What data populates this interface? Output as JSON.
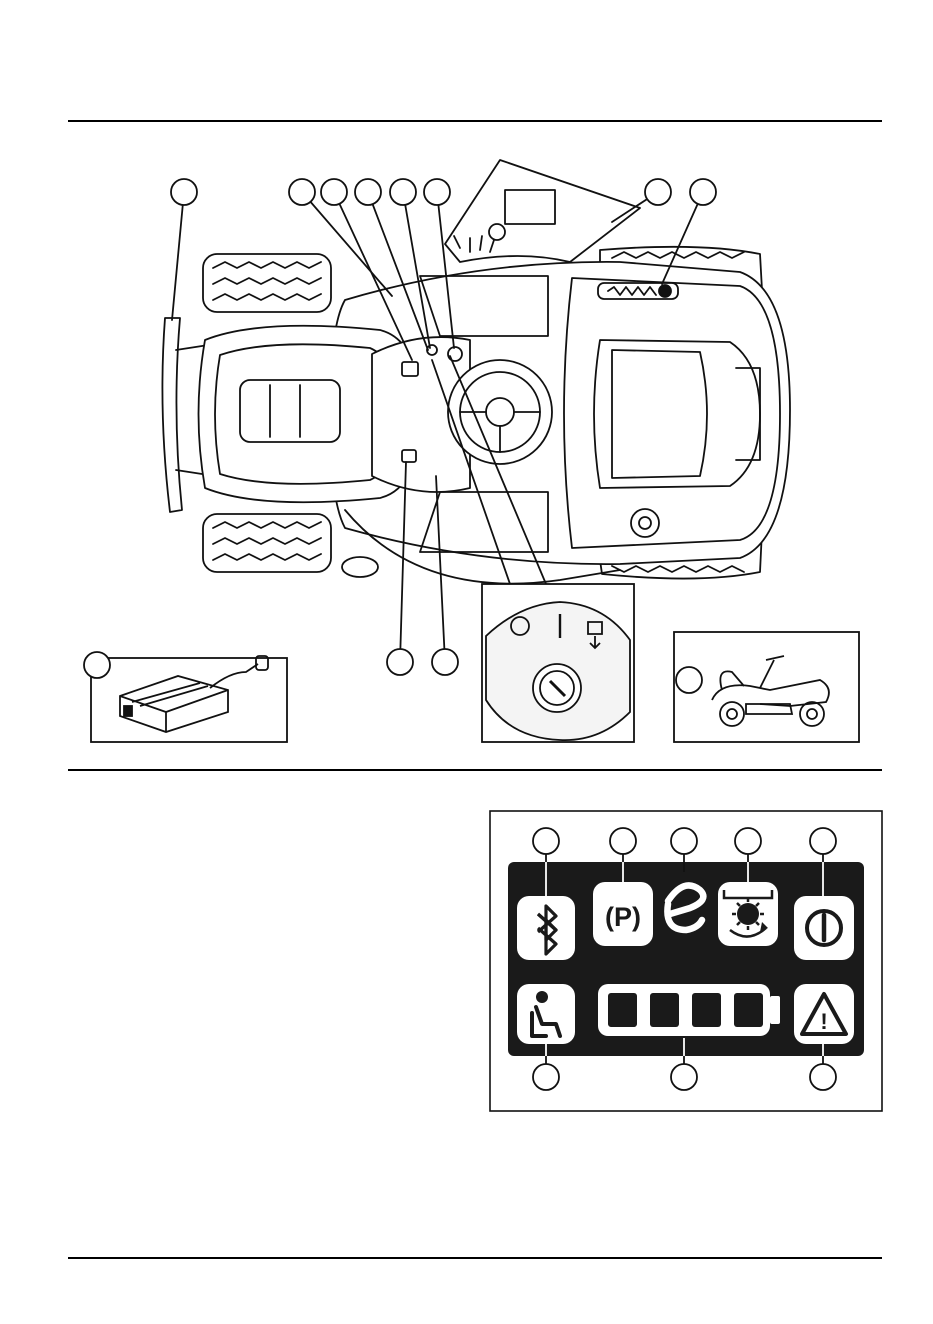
{
  "colors": {
    "ink": "#111111",
    "paper": "#ffffff",
    "panel_background": "#1a1a1a",
    "icon_tile": "#ffffff",
    "gray": "#dcdcdc"
  },
  "figure_top": {
    "callout_markers": [
      "",
      "",
      "",
      "",
      "",
      "",
      "",
      "",
      "",
      "",
      "",
      ""
    ],
    "parts": [
      "front-bumper",
      "front-wheel-left",
      "front-wheel-right",
      "hood",
      "steering-wheel",
      "ignition-switch",
      "seat",
      "rear-wheel-left",
      "rear-wheel-right",
      "cutting-deck",
      "cutting-height-lever",
      "battery-charger",
      "mower-side-view"
    ],
    "ignition_detail": {
      "off_symbol": "O",
      "on_symbol": "I"
    }
  },
  "figure_panel": {
    "callout_markers": [
      "",
      "",
      "",
      "",
      "",
      "",
      "",
      ""
    ],
    "indicators": [
      {
        "icon": "bluetooth-icon"
      },
      {
        "icon": "parking-brake-icon",
        "text": "(P)"
      },
      {
        "icon": "eco-mode-icon",
        "text": "e"
      },
      {
        "icon": "blade-engagement-icon"
      },
      {
        "icon": "power-icon"
      },
      {
        "icon": "operator-presence-icon"
      },
      {
        "icon": "battery-level-icon",
        "segments": 4
      },
      {
        "icon": "warning-icon",
        "text": "!"
      }
    ]
  }
}
